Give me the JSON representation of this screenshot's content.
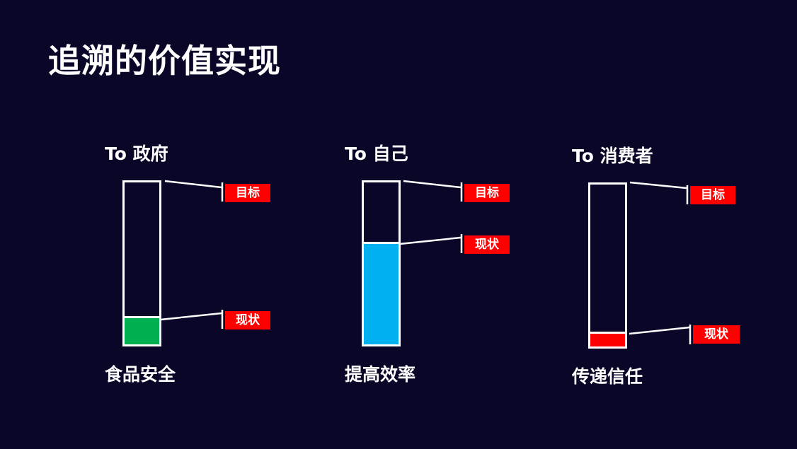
{
  "title": "追溯的价值实现",
  "gauges": [
    {
      "heading": "To 政府",
      "caption": "食品安全",
      "target_label": "目标",
      "current_label": "现状",
      "current_percent": 16,
      "fill_color": "#00b050"
    },
    {
      "heading": "To 自己",
      "caption": "提高效率",
      "target_label": "目标",
      "current_label": "现状",
      "current_percent": 62,
      "fill_color": "#00b0f0"
    },
    {
      "heading": "To 消费者",
      "caption": "传递信任",
      "target_label": "目标",
      "current_label": "现状",
      "current_percent": 8,
      "fill_color": "#ff0000"
    }
  ]
}
